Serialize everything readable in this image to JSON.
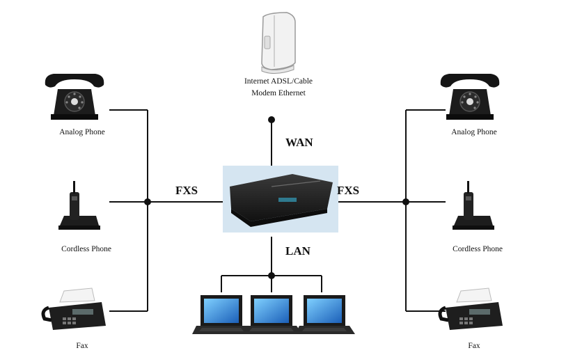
{
  "modem": {
    "label_line1": "Internet ADSL/Cable",
    "label_line2": "Modem Ethernet"
  },
  "links": {
    "wan": "WAN",
    "lan": "LAN",
    "fxs_left": "FXS",
    "fxs_right": "FXS"
  },
  "left_devices": {
    "analog": "Analog Phone",
    "cordless": "Cordless Phone",
    "fax": "Fax"
  },
  "right_devices": {
    "analog": "Analog Phone",
    "cordless": "Cordless Phone",
    "fax": "Fax"
  },
  "icons": [
    "router-icon",
    "modem-icon",
    "analog-phone-icon",
    "cordless-phone-icon",
    "fax-icon",
    "laptop-icon"
  ]
}
